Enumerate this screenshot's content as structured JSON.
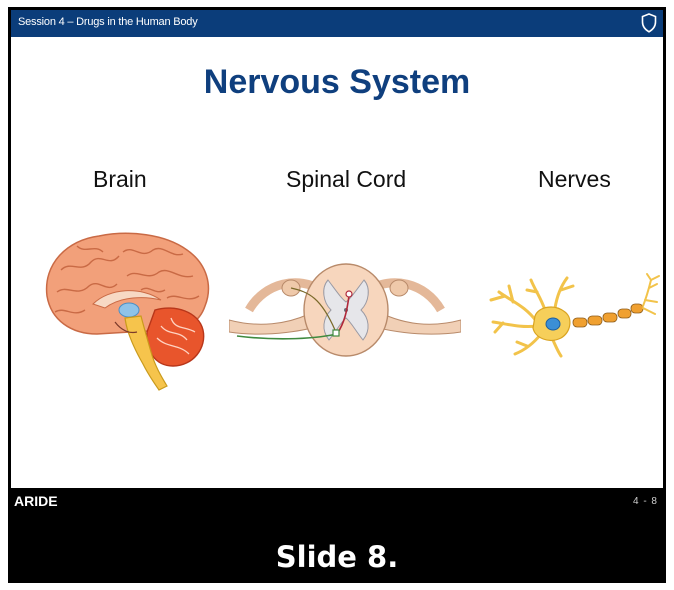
{
  "header": {
    "session_title": "Session 4 – Drugs in the Human Body",
    "icon": "shield-icon"
  },
  "slide": {
    "title": "Nervous System",
    "title_color": "#0f3f7e",
    "sections": [
      {
        "label": "Brain",
        "illustration": "brain-illustration"
      },
      {
        "label": "Spinal Cord",
        "illustration": "spinal-cord-illustration"
      },
      {
        "label": "Nerves",
        "illustration": "neuron-illustration"
      }
    ]
  },
  "footer": {
    "brand": "ARIDE",
    "page_number": "4 - 8"
  },
  "caption": "Slide 8.",
  "colors": {
    "header_bar": "#0b3d7a",
    "frame": "#000000"
  }
}
